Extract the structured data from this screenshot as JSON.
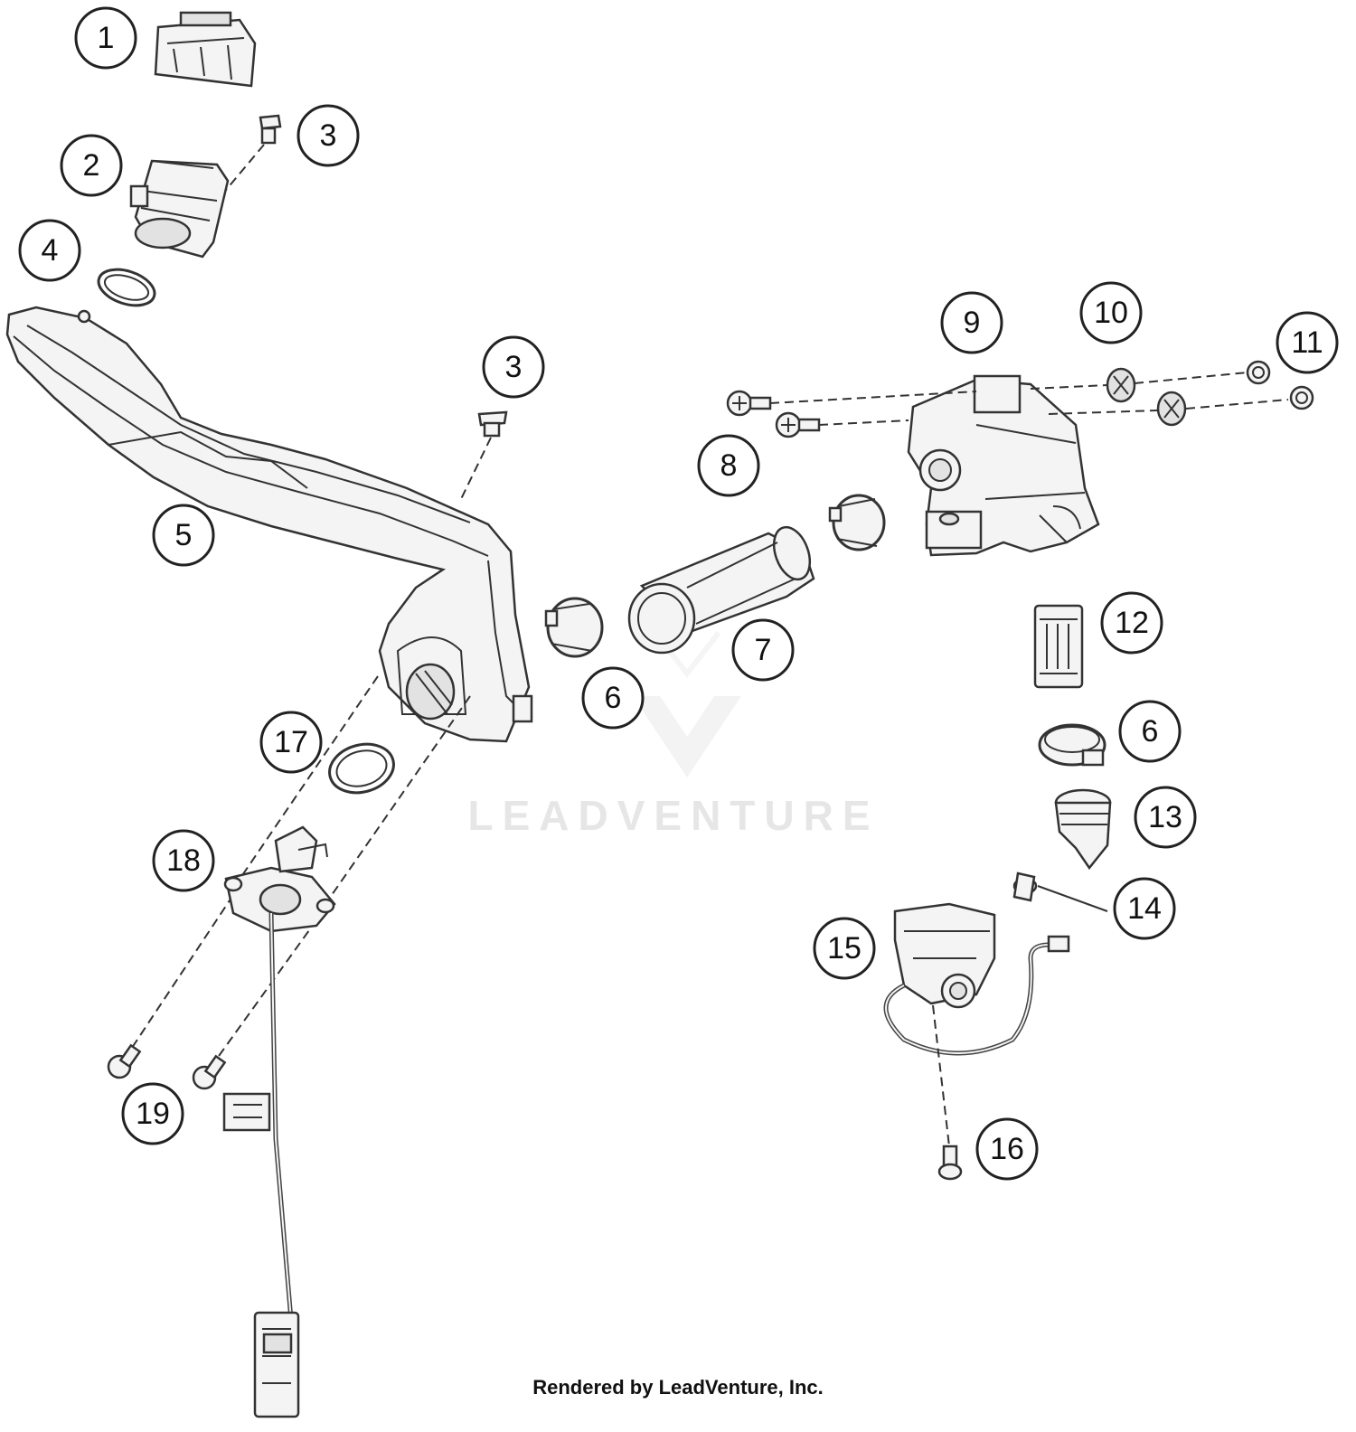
{
  "callouts": [
    {
      "id": "c1",
      "label": "1"
    },
    {
      "id": "c2",
      "label": "2"
    },
    {
      "id": "c3a",
      "label": "3"
    },
    {
      "id": "c4",
      "label": "4"
    },
    {
      "id": "c3b",
      "label": "3"
    },
    {
      "id": "c5",
      "label": "5"
    },
    {
      "id": "c9",
      "label": "9"
    },
    {
      "id": "c10",
      "label": "10"
    },
    {
      "id": "c11",
      "label": "11"
    },
    {
      "id": "c8",
      "label": "8"
    },
    {
      "id": "c12",
      "label": "12"
    },
    {
      "id": "c7",
      "label": "7"
    },
    {
      "id": "c6a",
      "label": "6"
    },
    {
      "id": "c6b",
      "label": "6"
    },
    {
      "id": "c17",
      "label": "17"
    },
    {
      "id": "c13",
      "label": "13"
    },
    {
      "id": "c18",
      "label": "18"
    },
    {
      "id": "c14",
      "label": "14"
    },
    {
      "id": "c15",
      "label": "15"
    },
    {
      "id": "c19",
      "label": "19"
    },
    {
      "id": "c16",
      "label": "16"
    }
  ],
  "watermark": "LEADVENTURE",
  "credit": "Rendered by LeadVenture, Inc."
}
